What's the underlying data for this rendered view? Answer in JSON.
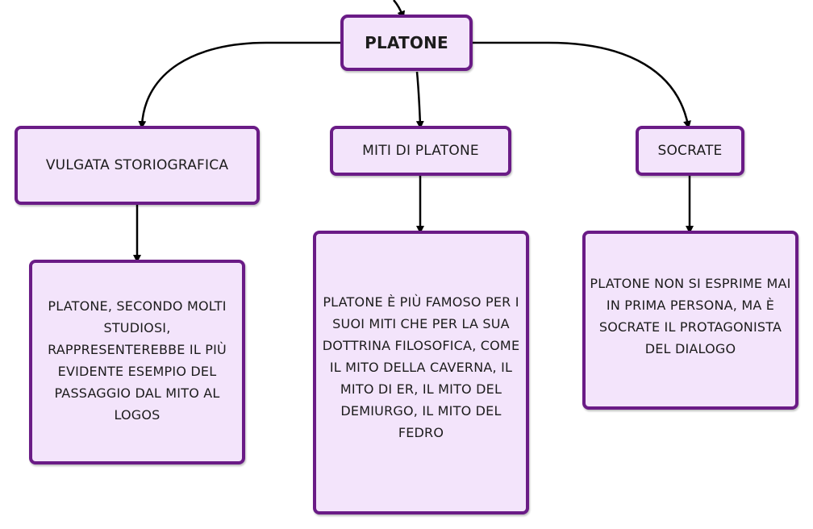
{
  "diagram": {
    "root": {
      "label": "PLATONE"
    },
    "branches": [
      {
        "label": "VULGATA STORIOGRAFICA",
        "detail": "PLATONE, SECONDO MOLTI STUDIOSI, RAPPRESENTEREBBE IL PIÙ EVIDENTE ESEMPIO DEL PASSAGGIO DAL MITO AL LOGOS"
      },
      {
        "label": "MITI DI PLATONE",
        "detail": "PLATONE È PIÙ FAMOSO PER I SUOI MITI CHE PER LA SUA DOTTRINA FILOSOFICA, COME IL MITO DELLA CAVERNA, IL MITO DI ER, IL MITO DEL DEMIURGO, IL MITO DEL FEDRO"
      },
      {
        "label": "SOCRATE",
        "detail": "PLATONE NON SI ESPRIME MAI IN PRIMA PERSONA, MA È SOCRATE IL PROTAGONISTA DEL DIALOGO"
      }
    ]
  },
  "colors": {
    "node_fill": "#f3e4fb",
    "node_border": "#6a1b86",
    "connector": "#000000",
    "text": "#1c1c1c"
  }
}
